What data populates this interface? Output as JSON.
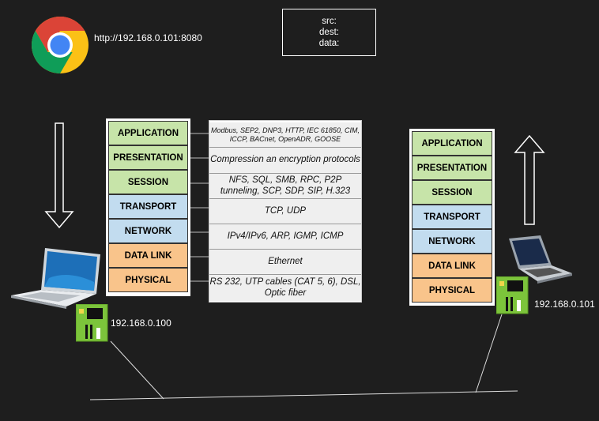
{
  "browser": {
    "url": "http://192.168.0.101:8080"
  },
  "packet": {
    "src": "src:",
    "dest": "dest:",
    "data": "data:"
  },
  "stack_left": {
    "layers": [
      "APPLICATION",
      "PRESENTATION",
      "SESSION",
      "TRANSPORT",
      "NETWORK",
      "DATA LINK",
      "PHYSICAL"
    ]
  },
  "stack_right": {
    "layers": [
      "APPLICATION",
      "PRESENTATION",
      "SESSION",
      "TRANSPORT",
      "NETWORK",
      "DATA LINK",
      "PHYSICAL"
    ]
  },
  "protocols": [
    "Modbus, SEP2, DNP3, HTTP, IEC 61850, CIM, ICCP, BACnet, OpenADR, GOOSE",
    "Compression an encryption protocols",
    "NFS, SQL, SMB, RPC, P2P tunneling, SCP, SDP, SIP, H.323",
    "TCP, UDP",
    "IPv4/IPv6, ARP, IGMP, ICMP",
    "Ethernet",
    "RS 232, UTP cables (CAT 5, 6), DSL, Optic fiber"
  ],
  "hosts": {
    "left_ip": "192.168.0.100",
    "right_ip": "192.168.0.101"
  },
  "colors": {
    "upper_layers": "#c7e4a9",
    "transport_network": "#c2dcef",
    "link_physical": "#f9c48b",
    "background": "#1e1e1e"
  }
}
